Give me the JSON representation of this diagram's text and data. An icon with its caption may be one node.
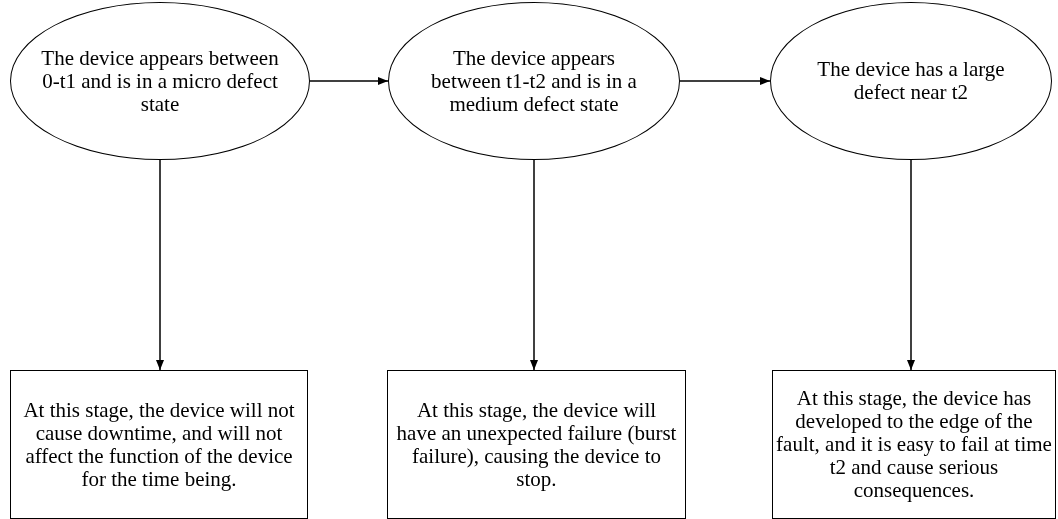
{
  "diagram": {
    "nodes": [
      {
        "text": [
          "The device appears between 0-t1 and is in a micro defect state"
        ]
      },
      {
        "text": [
          "The device appears between t1-t2 and is in a medium defect state"
        ]
      },
      {
        "text": [
          "The device has a large defect near t2"
        ]
      },
      {
        "text": [
          "At this stage, the device will not cause downtime, and will not affect the function of the device for the time being."
        ]
      },
      {
        "text": [
          "At this stage, the device will have an unexpected failure (burst failure), causing the device to stop."
        ]
      },
      {
        "text": [
          "At this stage, the device has developed to the edge of the fault, and it is easy to fail at time t2 and cause serious consequences."
        ]
      }
    ],
    "edges": [
      {
        "from": 0,
        "to": 1,
        "arrow": "to"
      },
      {
        "from": 1,
        "to": 2,
        "arrow": "to"
      },
      {
        "from": 0,
        "to": 3,
        "arrow": "to"
      },
      {
        "from": 1,
        "to": 4,
        "arrow": "to"
      },
      {
        "from": 2,
        "to": 5,
        "arrow": "to"
      }
    ]
  }
}
